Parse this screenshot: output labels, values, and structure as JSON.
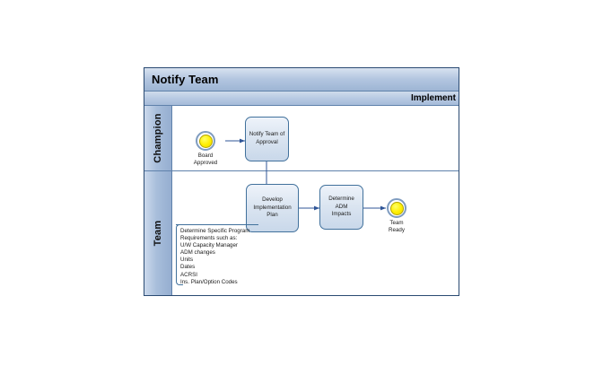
{
  "pool": {
    "title": "Notify Team",
    "phase_label": "Implement",
    "lanes": [
      {
        "id": "champion",
        "label": "Champion"
      },
      {
        "id": "team",
        "label": "Team"
      }
    ]
  },
  "colors": {
    "pool_border": "#2a4a72",
    "lane_border": "#5f81ab",
    "title_gradient_top": "#d8e2f0",
    "title_gradient_bottom": "#9db5d4",
    "lane_header_gradient_left": "#cbd9ec",
    "lane_header_gradient_right": "#95aed0",
    "task_border": "#41719c",
    "task_fill_top": "#eef3fa",
    "task_fill_bottom": "#c9d8ea",
    "event_ring": "#7f9cc0",
    "event_fill": "#ffee00",
    "connector": "#2f5597",
    "canvas_background": "#ffffff"
  },
  "nodes": {
    "start_event": {
      "type": "start-event",
      "label": "Board\nApproved",
      "lane": "champion"
    },
    "task_notify": {
      "type": "task",
      "label": "Notify Team of\nApproval",
      "lane": "champion"
    },
    "task_develop": {
      "type": "task",
      "label": "Develop\nImplementation\nPlan",
      "lane": "team"
    },
    "task_adm": {
      "type": "task",
      "label": "Determine ADM\nImpacts",
      "lane": "team"
    },
    "end_event": {
      "type": "end-event",
      "label": "Team\nReady",
      "lane": "team"
    }
  },
  "annotation": {
    "text": "Determine Specific Program\nRequirements such as:\nU/W Capacity Manager\nADM changes\nUnits\nDates\nACRSI\nIns. Plan/Option Codes",
    "attached_to": "task_develop"
  },
  "flows": [
    {
      "from": "start_event",
      "to": "task_notify"
    },
    {
      "from": "task_notify",
      "to": "task_develop"
    },
    {
      "from": "task_develop",
      "to": "task_adm"
    },
    {
      "from": "task_adm",
      "to": "end_event"
    }
  ]
}
